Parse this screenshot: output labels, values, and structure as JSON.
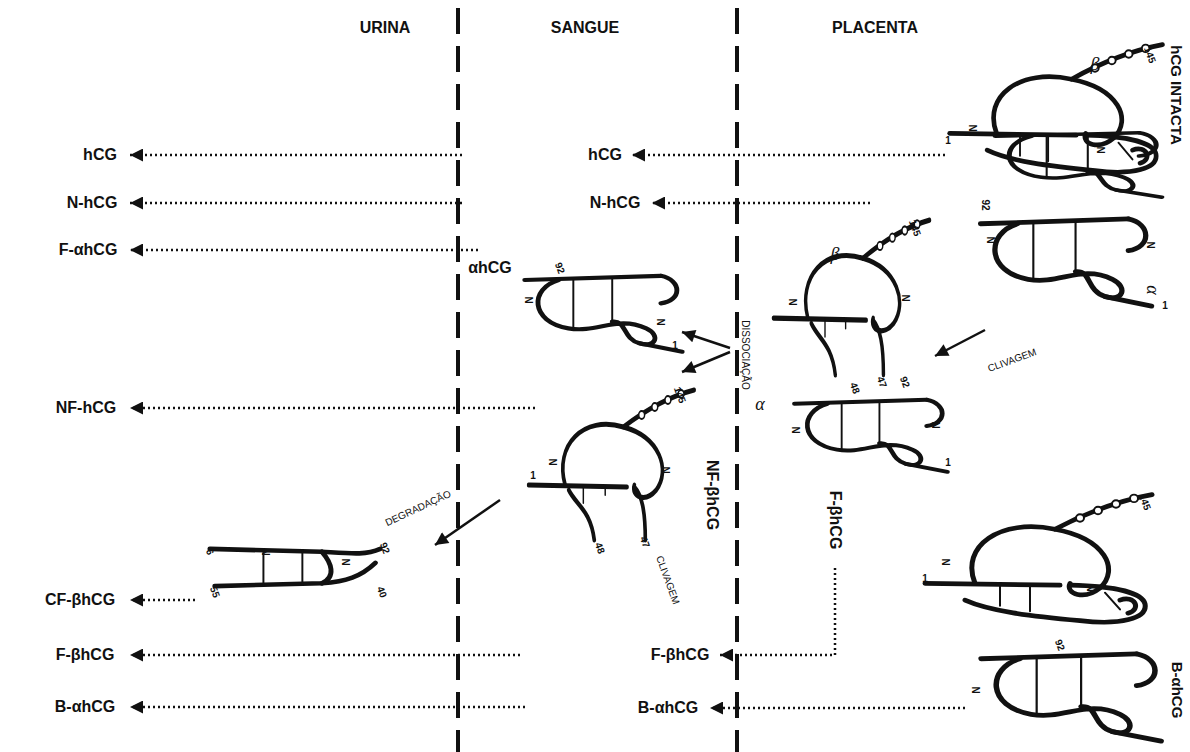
{
  "diagram": {
    "labels": [
      "URINA",
      "SANGUE",
      "PLACENTA",
      "hCG INTACTA",
      "hCG",
      "hCG",
      "N-hCG",
      "N-hCG",
      "F-αhCG",
      "αhCG",
      "NF-hCG",
      "NF-βhCG",
      "CF-βhCG",
      "F-βhCG",
      "F-βhCG",
      "B-αhCG",
      "B-αhCG",
      "F-βhCG",
      "B-αhCG",
      "DISSOCIAÇÃO",
      "CLIVAGEM",
      "DEGRADAÇÃO",
      "CLIVAGEM",
      "β",
      "β",
      "α",
      "α",
      "145",
      "1",
      "N",
      "N",
      "92",
      "N",
      "N",
      "1",
      "145",
      "N",
      "N",
      "48",
      "47",
      "92",
      "N",
      "N",
      "1",
      "145",
      "1",
      "N",
      "N",
      "92",
      "N",
      "92",
      "N",
      "N",
      "1",
      "145",
      "1",
      "N",
      "N",
      "48",
      "47",
      "6",
      "55",
      "N",
      "N",
      "92",
      "40"
    ]
  }
}
